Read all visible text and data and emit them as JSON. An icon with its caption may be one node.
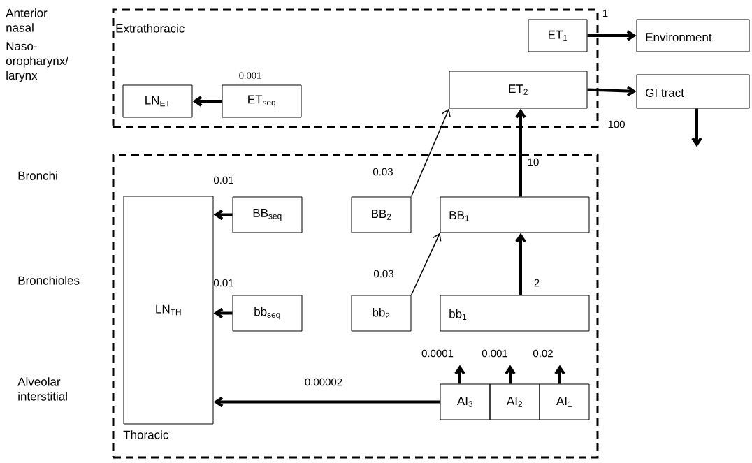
{
  "diagram": {
    "nodes": [
      {
        "text": [
          "Extrathoracic"
        ]
      },
      {
        "text": [
          "ET$_{1}$"
        ],
        "in": 0
      },
      {
        "text": [
          "ET$_{2}$"
        ],
        "in": 0
      },
      {
        "text": [
          "LN$_{ET}$"
        ],
        "in": 0
      },
      {
        "text": [
          "ET$_{seq}$"
        ],
        "in": 0
      },
      {
        "text": [
          "Environment"
        ]
      },
      {
        "text": [
          "GI tract"
        ]
      },
      {
        "text": [
          "Thoracic"
        ]
      },
      {
        "text": [
          "LN$_{TH}$"
        ],
        "in": 7
      },
      {
        "text": [
          "BB$_{seq}$"
        ],
        "in": 7
      },
      {
        "text": [
          "BB$_{2}$"
        ],
        "in": 7
      },
      {
        "text": [
          "BB$_{1}$"
        ],
        "in": 7
      },
      {
        "text": [
          "bb$_{seq}$"
        ],
        "in": 7
      },
      {
        "text": [
          "bb$_{2}$"
        ],
        "in": 7
      },
      {
        "text": [
          "bb$_{1}$"
        ],
        "in": 7
      },
      {
        "text": [
          "AI$_{3}$"
        ],
        "in": 7
      },
      {
        "text": [
          "AI$_{2}$"
        ],
        "in": 7
      },
      {
        "text": [
          "AI$_{1}$"
        ],
        "in": 7
      }
    ],
    "edges": [
      {
        "from": 1,
        "to": 5,
        "arrow": "to",
        "label": "1"
      },
      {
        "from": 2,
        "to": 6,
        "arrow": "to",
        "label": "100"
      },
      {
        "from": 4,
        "to": 3,
        "arrow": "to",
        "label": "0.001"
      },
      {
        "from": 6,
        "to": null,
        "arrow": "to"
      },
      {
        "from": 10,
        "to": 2,
        "arrow": "to",
        "label": "0.03"
      },
      {
        "from": 11,
        "to": 2,
        "arrow": "to",
        "label": "10"
      },
      {
        "from": 9,
        "to": 8,
        "arrow": "to",
        "label": "0.01"
      },
      {
        "from": 13,
        "to": 11,
        "arrow": "to",
        "label": "0.03"
      },
      {
        "from": 14,
        "to": 11,
        "arrow": "to",
        "label": "2"
      },
      {
        "from": 12,
        "to": 8,
        "arrow": "to",
        "label": "0.01"
      },
      {
        "from": 15,
        "to": 8,
        "arrow": "to",
        "label": "0.00002"
      },
      {
        "from": 15,
        "to": null,
        "arrow": "to",
        "label": "0.0001"
      },
      {
        "from": 16,
        "to": null,
        "arrow": "to",
        "label": "0.001"
      },
      {
        "from": 17,
        "to": null,
        "arrow": "to",
        "label": "0.02"
      }
    ],
    "labels": [
      "Anterior nasal",
      "Naso- oropharynx/ larynx",
      "Bronchi",
      "Bronchioles",
      "Alveolar interstitial"
    ]
  }
}
